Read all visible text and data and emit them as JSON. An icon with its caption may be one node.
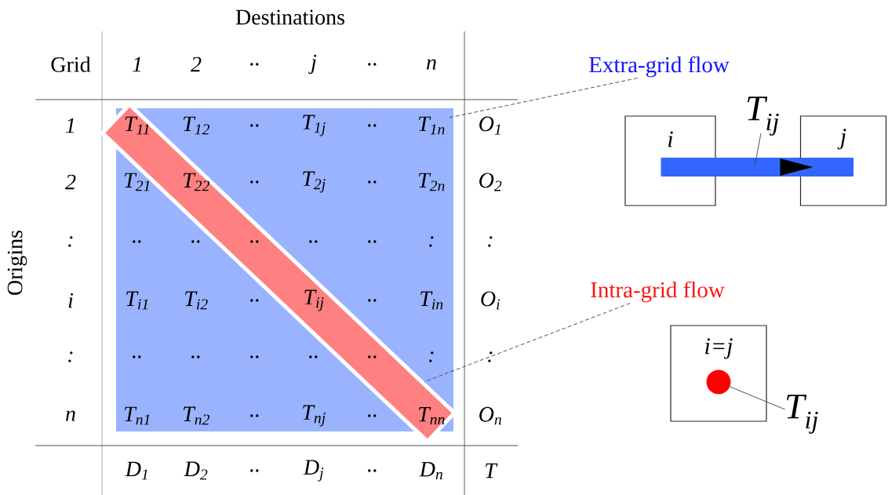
{
  "diagram": {
    "nodes": [
      {
        "text": [
          "Extra-grid flow"
        ]
      },
      {
        "text": [],
        "shape": "box"
      },
      {
        "text": [
          "Intra-grid flow"
        ]
      },
      {
        "text": [],
        "shape": "bar"
      },
      {
        "text": [
          "i"
        ]
      },
      {
        "text": [
          "j"
        ]
      },
      {
        "text": [
          "i=j"
        ]
      },
      {
        "text": [],
        "shape": "circle",
        "in": 6
      },
      {
        "text": [
          "T$_{ij}$"
        ]
      },
      {
        "text": [
          "T$_{ij}$"
        ]
      }
    ],
    "edges": [
      {
        "from": 0,
        "to": 1,
        "arrow": "none",
        "style": "dashed"
      },
      {
        "from": 2,
        "to": 3,
        "arrow": "none",
        "style": "dashed"
      },
      {
        "from": 4,
        "to": 5,
        "arrow": "to",
        "style": "thick",
        "color": "#3366ff"
      },
      {
        "from": 8,
        "to": 7,
        "arrow": "none"
      },
      {
        "from": 9,
        "to": null,
        "arrow": "none"
      }
    ],
    "labels": [
      "Destinations",
      "Origins",
      "Grid",
      "1",
      "2",
      "..",
      "j",
      "..",
      "n",
      "1",
      "T$_{11}$",
      "T$_{12}$",
      "..",
      "T$_{1j}$",
      "..",
      "T$_{1n}$",
      "O$_{1}$",
      "2",
      "T$_{21}$",
      "T$_{22}$",
      "..",
      "T$_{2j}$",
      "..",
      "T$_{2n}$",
      "O$_{2}$",
      ":",
      "..",
      "..",
      "..",
      "..",
      "..",
      ":",
      ":",
      "i",
      "T$_{i1}$",
      "T$_{i2}$",
      "..",
      "T$_{ij}$",
      "..",
      "T$_{in}$",
      "O$_{i}$",
      ":",
      "..",
      "..",
      "..",
      "..",
      "..",
      ":",
      ":",
      "n",
      "T$_{n1}$",
      "T$_{n2}$",
      "..",
      "T$_{nj}$",
      "..",
      "T$_{nn}$",
      "O$_{n}$",
      "D$_{1}$",
      "D$_{2}$",
      "..",
      "D$_{j}$",
      "..",
      "D$_{n}$",
      "T"
    ]
  }
}
